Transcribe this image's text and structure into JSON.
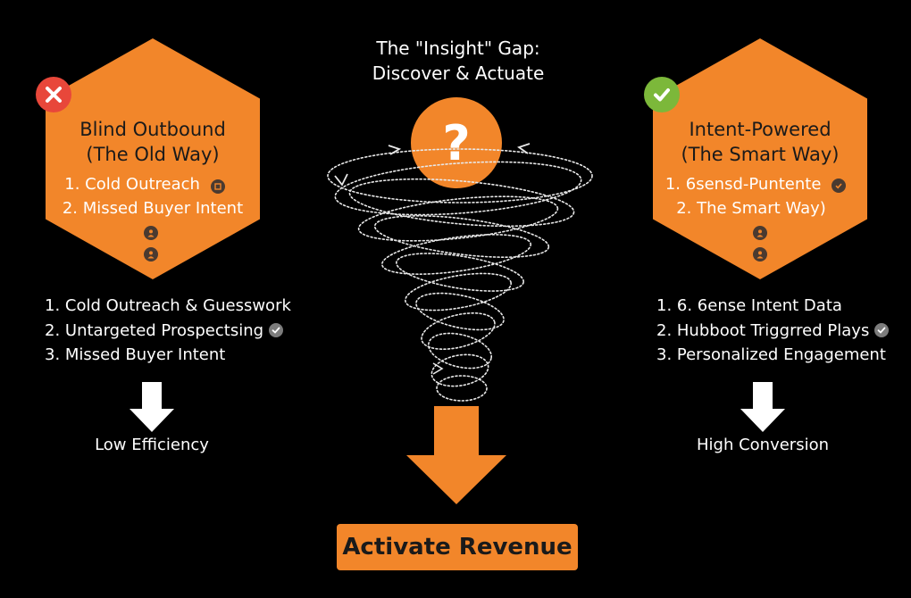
{
  "center": {
    "title_line1": "The \"Insight\" Gap:",
    "title_line2": "Discover & Actuate",
    "question": "?",
    "cta_label": "Activate Revenue"
  },
  "left": {
    "hex_title_line1": "Blind Outbound",
    "hex_title_line2": "(The Old Way)",
    "hex_items": [
      "1. Cold Outreach",
      "2. Missed Buyer Intent"
    ],
    "list": [
      "1. Cold Outreach & Guesswork",
      "2. Untargeted Prospectsing",
      "3. Missed Buyer Intent"
    ],
    "result": "Low Efficiency",
    "badge_icon": "x-icon"
  },
  "right": {
    "hex_title_line1": "Intent-Powered",
    "hex_title_line2": "(The Smart Way)",
    "hex_items": [
      "1. 6sensd-Puntente",
      "2. The Smart Way)"
    ],
    "list": [
      "1. 6. 6ense Intent Data",
      "2. Hubboot Triggrred Plays",
      "3. Personalized Engagement"
    ],
    "result": "High Conversion",
    "badge_icon": "check-icon"
  },
  "colors": {
    "accent": "#f2862a",
    "background": "#000000",
    "error": "#e8473a",
    "success": "#7cb83a"
  }
}
